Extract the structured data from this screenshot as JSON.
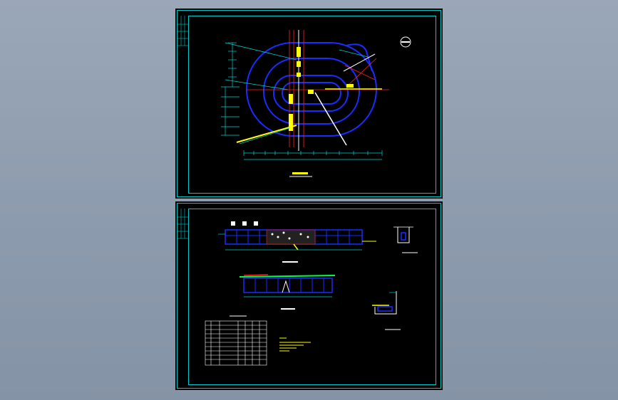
{
  "view": {
    "background_top": "#9aa7b8",
    "background_bottom": "#8593a6",
    "sheet_color": "#000000",
    "frame_color": "#00c8c8",
    "colors": {
      "blue": "#1a2cff",
      "yellow": "#ffff00",
      "red": "#ff2020",
      "green": "#00ff40",
      "white": "#ffffff",
      "cyan": "#00d0d0",
      "magenta": "#ff40ff"
    }
  },
  "sheets": [
    {
      "id": "top",
      "content": "cad-plan-drawing"
    },
    {
      "id": "bottom",
      "content": "cad-section-drawings"
    }
  ]
}
